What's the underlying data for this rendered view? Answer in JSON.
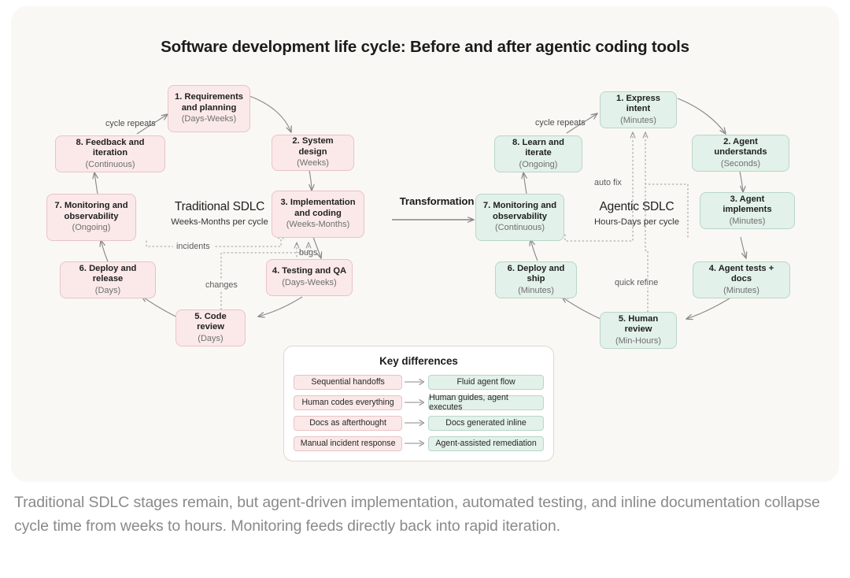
{
  "diagram": {
    "title": "Software development life cycle: Before and after agentic coding tools",
    "transformation_label": "Transformation",
    "left": {
      "center_title": "Traditional SDLC",
      "center_subtitle": "Weeks-Months per cycle",
      "nodes": [
        {
          "title": "1. Requirements and planning",
          "sub": "(Days-Weeks)"
        },
        {
          "title": "2. System design",
          "sub": "(Weeks)"
        },
        {
          "title": "3. Implementation and coding",
          "sub": "(Weeks-Months)"
        },
        {
          "title": "4. Testing and QA",
          "sub": "(Days-Weeks)"
        },
        {
          "title": "5. Code review",
          "sub": "(Days)"
        },
        {
          "title": "6. Deploy and release",
          "sub": "(Days)"
        },
        {
          "title": "7. Monitoring and observability",
          "sub": "(Ongoing)"
        },
        {
          "title": "8. Feedback and iteration",
          "sub": "(Continuous)"
        }
      ],
      "edge_labels": {
        "cycle_repeats": "cycle repeats",
        "incidents": "incidents",
        "bugs": "bugs",
        "changes": "changes"
      }
    },
    "right": {
      "center_title": "Agentic SDLC",
      "center_subtitle": "Hours-Days per cycle",
      "nodes": [
        {
          "title": "1. Express intent",
          "sub": "(Minutes)"
        },
        {
          "title": "2. Agent understands",
          "sub": "(Seconds)"
        },
        {
          "title": "3. Agent implements",
          "sub": "(Minutes)"
        },
        {
          "title": "4. Agent tests + docs",
          "sub": "(Minutes)"
        },
        {
          "title": "5. Human review",
          "sub": "(Min-Hours)"
        },
        {
          "title": "6. Deploy and ship",
          "sub": "(Minutes)"
        },
        {
          "title": "7. Monitoring and observability",
          "sub": "(Continuous)"
        },
        {
          "title": "8. Learn and iterate",
          "sub": "(Ongoing)"
        }
      ],
      "edge_labels": {
        "cycle_repeats": "cycle repeats",
        "auto_fix": "auto fix",
        "quick_refine": "quick refine"
      }
    },
    "legend": {
      "title": "Key differences",
      "rows": [
        {
          "before": "Sequential handoffs",
          "after": "Fluid agent flow"
        },
        {
          "before": "Human codes everything",
          "after": "Human guides, agent executes"
        },
        {
          "before": "Docs as afterthought",
          "after": "Docs generated inline"
        },
        {
          "before": "Manual incident response",
          "after": "Agent-assisted remediation"
        }
      ]
    },
    "colors": {
      "card_background": "#faf8f4",
      "traditional_fill": "#fbe9e9",
      "traditional_border": "#e8c3c6",
      "agentic_fill": "#e2f1ea",
      "agentic_border": "#b9d6c9",
      "edge_stroke": "#8a8a8a",
      "caption_text": "#8a8a8a"
    }
  },
  "caption": "Traditional SDLC stages remain, but agent-driven implementation, automated testing, and inline documentation collapse cycle time from weeks to hours. Monitoring feeds directly back into rapid iteration."
}
